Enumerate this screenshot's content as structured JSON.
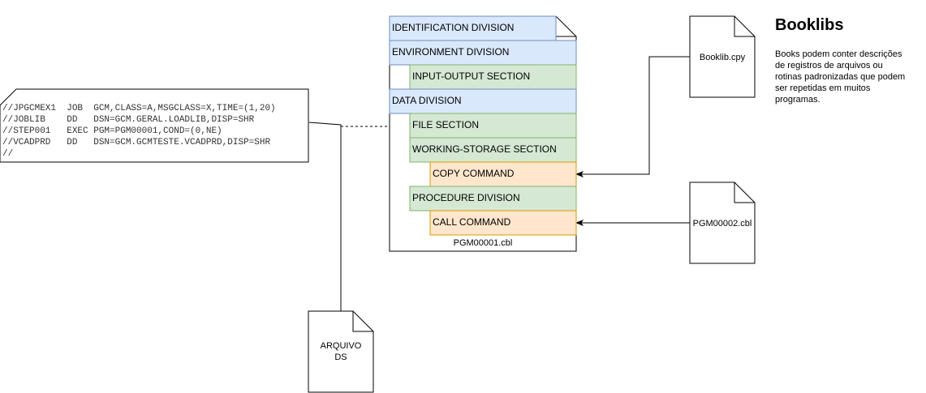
{
  "jcl": {
    "lines": [
      "//JPGCMEX1  JOB  GCM,CLASS=A,MSGCLASS=X,TIME=(1,20)",
      "//JOBLIB    DD   DSN=GCM.GERAL.LOADLIB,DISP=SHR",
      "//STEP001   EXEC PGM=PGM00001,COND=(0,NE)",
      "//VCADPRD   DD   DSN=GCM.GCMTESTE.VCADPRD,DISP=SHR",
      "//"
    ]
  },
  "program": {
    "filename": "PGM00001.cbl",
    "sections": {
      "identification": "IDENTIFICATION DIVISION",
      "environment": "ENVIRONMENT DIVISION",
      "input_output": "INPUT-OUTPUT SECTION",
      "data": "DATA DIVISION",
      "file": "FILE SECTION",
      "working_storage": "WORKING-STORAGE SECTION",
      "copy_command": "COPY COMMAND",
      "procedure": "PROCEDURE DIVISION",
      "call_command": "CALL COMMAND"
    }
  },
  "booklib_file": {
    "label": "Booklib.cpy"
  },
  "called_program_file": {
    "label": "PGM00002.cbl"
  },
  "dataset_file": {
    "line1": "ARQUIVO",
    "line2": "DS"
  },
  "info": {
    "title": "Booklibs",
    "description_lines": [
      "Books podem conter descrições",
      "de registros de arquivos ou",
      "rotinas padronizadas que podem",
      "ser repetidas em muitos",
      "programas."
    ]
  },
  "colors": {
    "division_fill": "#dae8fc",
    "division_stroke": "#6c8ebf",
    "section_fill": "#d5e8d4",
    "section_stroke": "#82b366",
    "command_fill": "#ffe6cc",
    "command_stroke": "#d79b00",
    "jcl_text": "#333333",
    "line": "#000000"
  }
}
